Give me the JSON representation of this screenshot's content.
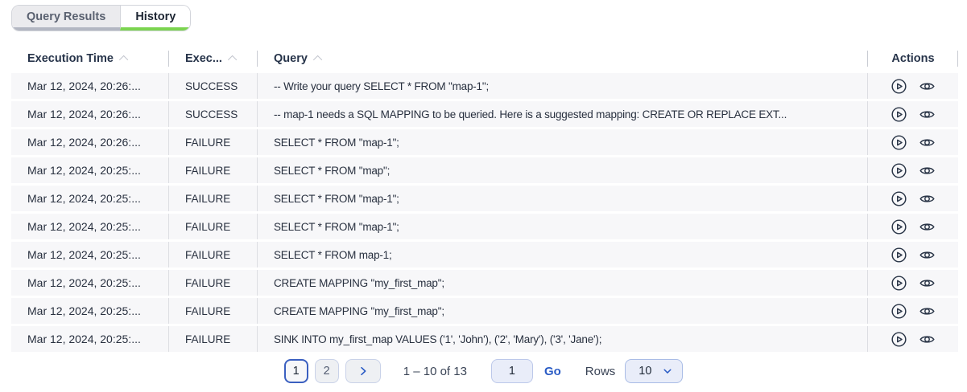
{
  "tabs": {
    "query_results_label": "Query Results",
    "history_label": "History",
    "active_tab": "History"
  },
  "table": {
    "headers": {
      "execution_time": "Execution Time",
      "execution_status": "Exec...",
      "query": "Query",
      "actions": "Actions"
    },
    "row_action_icons": [
      "play-circle-icon",
      "eye-icon"
    ],
    "rows": [
      {
        "time": "Mar 12, 2024, 20:26:...",
        "status": "SUCCESS",
        "query": "-- Write your query SELECT * FROM \"map-1\";"
      },
      {
        "time": "Mar 12, 2024, 20:26:...",
        "status": "SUCCESS",
        "query": "-- map-1 needs a SQL MAPPING to be queried. Here is a suggested mapping: CREATE OR REPLACE EXT..."
      },
      {
        "time": "Mar 12, 2024, 20:26:...",
        "status": "FAILURE",
        "query": "SELECT * FROM \"map-1\";"
      },
      {
        "time": "Mar 12, 2024, 20:25:...",
        "status": "FAILURE",
        "query": "SELECT * FROM \"map\";"
      },
      {
        "time": "Mar 12, 2024, 20:25:...",
        "status": "FAILURE",
        "query": "SELECT * FROM \"map-1\";"
      },
      {
        "time": "Mar 12, 2024, 20:25:...",
        "status": "FAILURE",
        "query": "SELECT * FROM \"map-1\";"
      },
      {
        "time": "Mar 12, 2024, 20:25:...",
        "status": "FAILURE",
        "query": "SELECT * FROM map-1;"
      },
      {
        "time": "Mar 12, 2024, 20:25:...",
        "status": "FAILURE",
        "query": "CREATE MAPPING \"my_first_map\";"
      },
      {
        "time": "Mar 12, 2024, 20:25:...",
        "status": "FAILURE",
        "query": "CREATE MAPPING \"my_first_map\";"
      },
      {
        "time": "Mar 12, 2024, 20:25:...",
        "status": "FAILURE",
        "query": "SINK INTO my_first_map VALUES ('1', 'John'), ('2', 'Mary'), ('3', 'Jane');"
      }
    ]
  },
  "pagination": {
    "page_1_label": "1",
    "page_2_label": "2",
    "current_page": "1",
    "next_icon": "chevron-right-icon",
    "range_text": "1 – 10 of 13",
    "page_input_value": "1",
    "go_label": "Go",
    "rows_label": "Rows",
    "rows_per_page": "10",
    "rows_select_icon": "chevron-down-icon"
  },
  "colors": {
    "active_tab_underline": "#7bd44f",
    "inactive_tab_underline": "#b3b7c2",
    "row_background": "#f7f7f9",
    "accent_blue": "#2b5cc5",
    "active_page_border": "#3a5fc0",
    "text_dark": "#28303f"
  }
}
